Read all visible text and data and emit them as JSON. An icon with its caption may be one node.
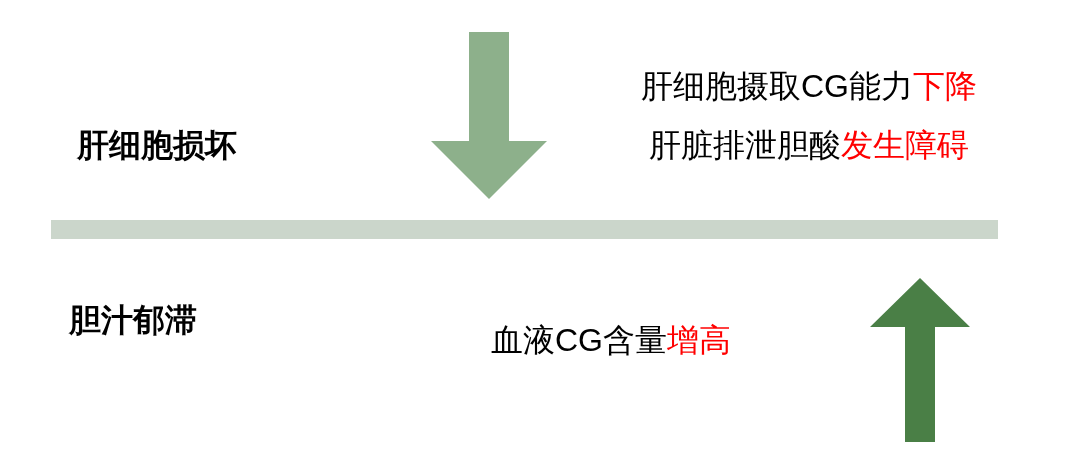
{
  "diagram": {
    "nodes": [
      {
        "text": [],
        "shape": "bar"
      }
    ],
    "labels": [
      "肝细胞损坏",
      "肝细胞摄取CG能力**下降**",
      "肝脏排泄胆酸**发生障碍**",
      "胆汁郁滞",
      "血液CG含量**增高**"
    ]
  }
}
